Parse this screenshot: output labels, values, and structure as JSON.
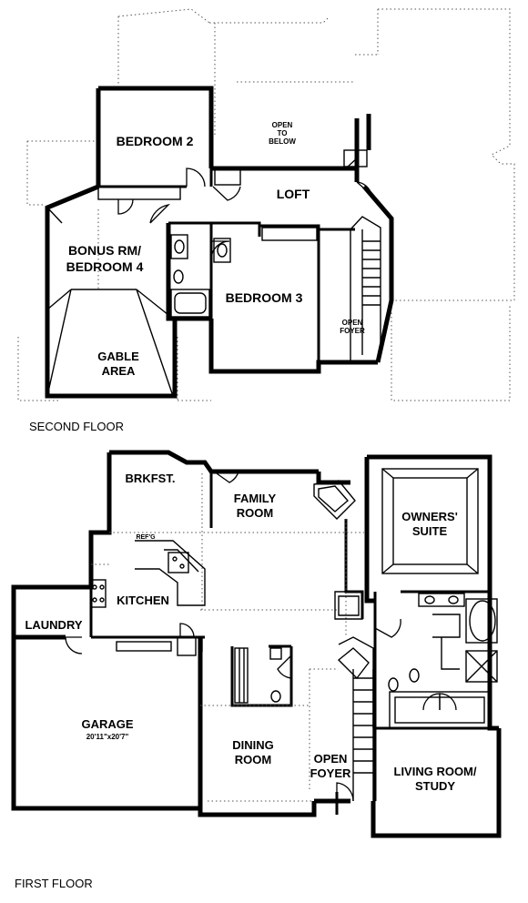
{
  "second_floor": {
    "title": "SECOND FLOOR",
    "rooms": {
      "bedroom2": "BEDROOM 2",
      "open_to_below_1": "OPEN",
      "open_to_below_2": "TO",
      "open_to_below_3": "BELOW",
      "loft": "LOFT",
      "bonus_1": "BONUS RM/",
      "bonus_2": "BEDROOM 4",
      "bedroom3": "BEDROOM 3",
      "open_foyer_1": "OPEN",
      "open_foyer_2": "FOYER",
      "gable_1": "GABLE",
      "gable_2": "AREA"
    }
  },
  "first_floor": {
    "title": "FIRST FLOOR",
    "rooms": {
      "brkfst": "BRKFST.",
      "family_1": "FAMILY",
      "family_2": "ROOM",
      "owners_1": "OWNERS'",
      "owners_2": "SUITE",
      "kitchen": "KITCHEN",
      "laundry": "LAUNDRY",
      "garage": "GARAGE",
      "garage_dims": "20'11\"x20'7\"",
      "dining_1": "DINING",
      "dining_2": "ROOM",
      "open_foyer_1": "OPEN",
      "open_foyer_2": "FOYER",
      "living_1": "LIVING ROOM/",
      "living_2": "STUDY",
      "refrig": "REF'G"
    }
  }
}
